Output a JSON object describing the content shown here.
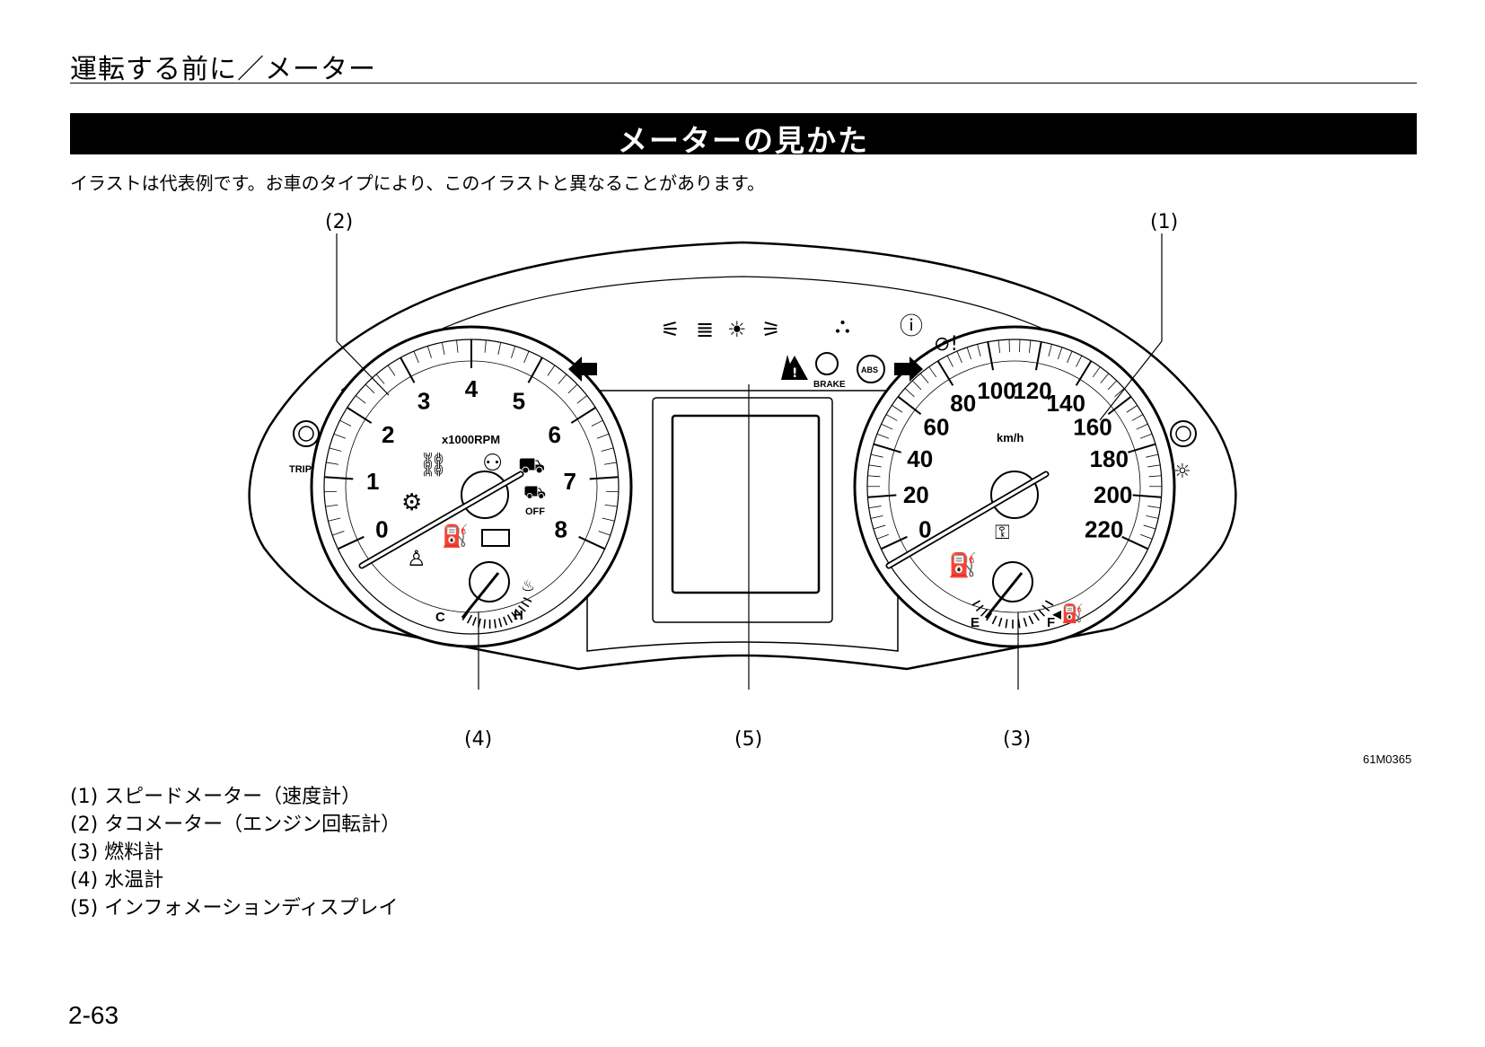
{
  "header": {
    "title": "運転する前に／メーター"
  },
  "section": {
    "title": "メーターの見かた"
  },
  "intro": "イラストは代表例です。お車のタイプにより、このイラストと異なることがあります。",
  "callouts": [
    "(1)",
    "(2)",
    "(3)",
    "(4)",
    "(5)"
  ],
  "figure_id": "61M0365",
  "tachometer": {
    "ticks": [
      "0",
      "1",
      "2",
      "3",
      "4",
      "5",
      "6",
      "7",
      "8"
    ],
    "unit": "x1000RPM",
    "temp_low": "C",
    "temp_high": "H"
  },
  "speedometer": {
    "ticks": [
      "0",
      "20",
      "40",
      "60",
      "80",
      "100",
      "120",
      "140",
      "160",
      "180",
      "200",
      "220"
    ],
    "unit": "km/h",
    "fuel_empty": "E",
    "fuel_full": "F"
  },
  "indicators": {
    "trip": "TRIP",
    "brake": "BRAKE",
    "abs": "ABS",
    "off": "OFF",
    "icons": [
      "front-fog-icon",
      "low-beam-icon",
      "position-light-icon",
      "high-beam-icon",
      "4wd-icon",
      "tpms-icon",
      "power-steering-icon",
      "warning-triangle-icon",
      "brake-warning-icon",
      "abs-icon",
      "turn-left-icon",
      "turn-right-icon",
      "seatbelt-icon",
      "airbag-icon",
      "esp-icon",
      "esp-off-icon",
      "engine-check-icon",
      "oil-pressure-icon",
      "battery-icon",
      "passenger-seatbelt-icon",
      "water-temp-icon",
      "immobilizer-key-icon",
      "fuel-pump-icon",
      "fuel-door-icon",
      "illumination-icon"
    ]
  },
  "legend": [
    "(1) スピードメーター（速度計）",
    "(2) タコメーター（エンジン回転計）",
    "(3) 燃料計",
    "(4) 水温計",
    "(5) インフォメーションディスプレイ"
  ],
  "page_number": "2-63"
}
